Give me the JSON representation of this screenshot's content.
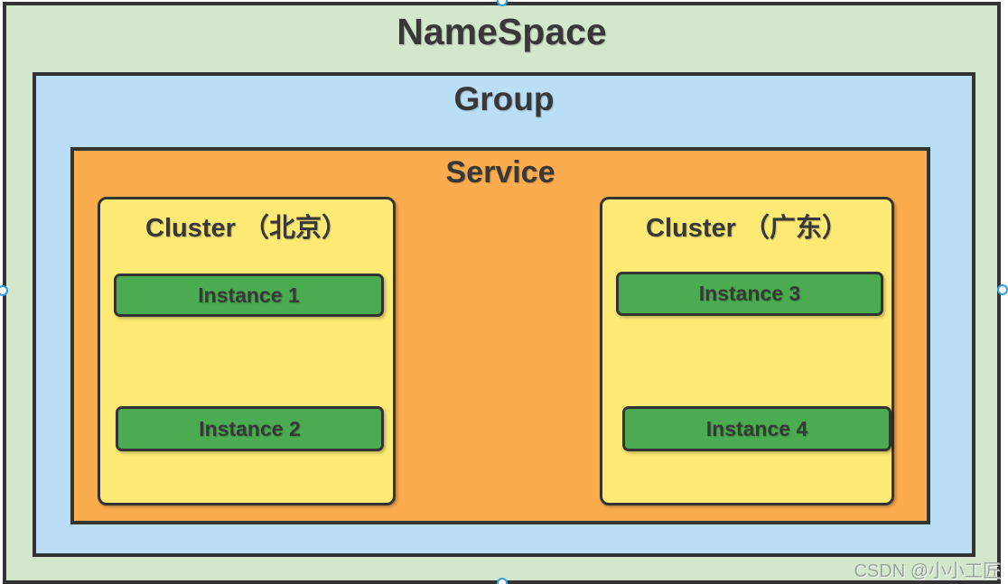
{
  "diagram": {
    "namespace": {
      "label": "NameSpace"
    },
    "group": {
      "label": "Group"
    },
    "service": {
      "label": "Service"
    },
    "clusters": [
      {
        "label": "Cluster （北京）",
        "instances": [
          "Instance 1",
          "Instance 2"
        ]
      },
      {
        "label": "Cluster （广东）",
        "instances": [
          "Instance 3",
          "Instance 4"
        ]
      }
    ]
  },
  "watermark": "CSDN @小小工匠",
  "selection_handles": [
    "top-middle",
    "left-middle",
    "right-middle",
    "bottom-middle"
  ],
  "colors": {
    "namespace_fill": "#d2e7cb",
    "group_fill": "#bbdef7",
    "service_fill": "#fbac4e",
    "cluster_fill": "#fdea74",
    "instance_fill": "#4aab50",
    "shape_border": "#333333",
    "text": "#383838",
    "handle_ring": "#2f9fe3",
    "watermark_text": "#9aa49a"
  }
}
